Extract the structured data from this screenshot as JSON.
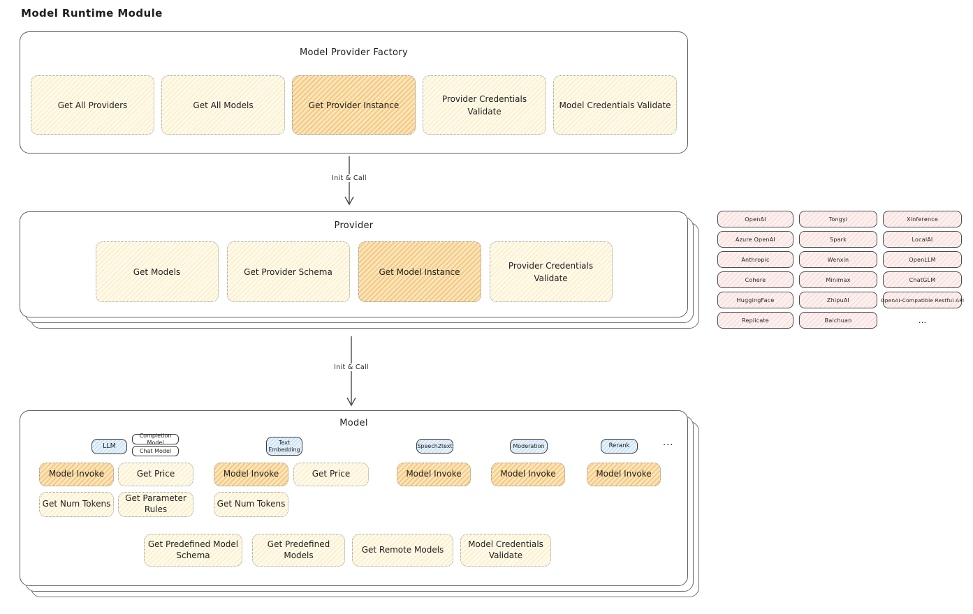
{
  "page_title": "Model Runtime Module",
  "colors": {
    "ink": "#1e1e1e",
    "highlight_orange": "#f9e2b2",
    "soft_yellow": "#fefae9",
    "provider_pink": "#fcf0ef",
    "tag_blue": "#e7f2fb"
  },
  "factory": {
    "title": "Model Provider Factory",
    "buttons": [
      "Get All Providers",
      "Get All Models",
      "Get Provider Instance",
      "Provider Credentials Validate",
      "Model Credentials Validate"
    ]
  },
  "arrows": {
    "factory_to_provider": "Init & Call",
    "provider_to_model": "Init & Call"
  },
  "provider": {
    "title": "Provider",
    "buttons": [
      "Get Models",
      "Get Provider Schema",
      "Get Model Instance",
      "Provider Credentials Validate"
    ]
  },
  "providers_list": {
    "items": [
      "OpenAI",
      "Tongyi",
      "Xinference",
      "Azure OpenAI",
      "Spark",
      "LocalAI",
      "Anthropic",
      "Wenxin",
      "OpenLLM",
      "Cohere",
      "Minimax",
      "ChatGLM",
      "HuggingFace",
      "ZhipuAI",
      "OpenAI-Compatible Restful API",
      "Replicate",
      "Baichuan"
    ],
    "more": "..."
  },
  "model": {
    "title": "Model",
    "tags": {
      "llm": "LLM",
      "completion_model": "Completion Model",
      "chat_model": "Chat Model",
      "text_embedding": "Text Embedding",
      "speech2text": "Speech2text",
      "moderation": "Moderation",
      "rerank": "Rerank",
      "more": "..."
    },
    "llm_group": {
      "invoke": "Model Invoke",
      "get_price": "Get Price",
      "get_num_tokens": "Get Num Tokens",
      "get_parameter_rules": "Get Parameter Rules"
    },
    "text_embedding_group": {
      "invoke": "Model Invoke",
      "get_price": "Get Price",
      "get_num_tokens": "Get Num Tokens"
    },
    "speech2text_group": {
      "invoke": "Model Invoke"
    },
    "moderation_group": {
      "invoke": "Model Invoke"
    },
    "rerank_group": {
      "invoke": "Model Invoke"
    },
    "common": {
      "get_predefined_model_schema": "Get Predefined Model Schema",
      "get_predefined_models": "Get Predefined Models",
      "get_remote_models": "Get Remote Models",
      "model_credentials_validate": "Model Credentials Validate"
    }
  }
}
